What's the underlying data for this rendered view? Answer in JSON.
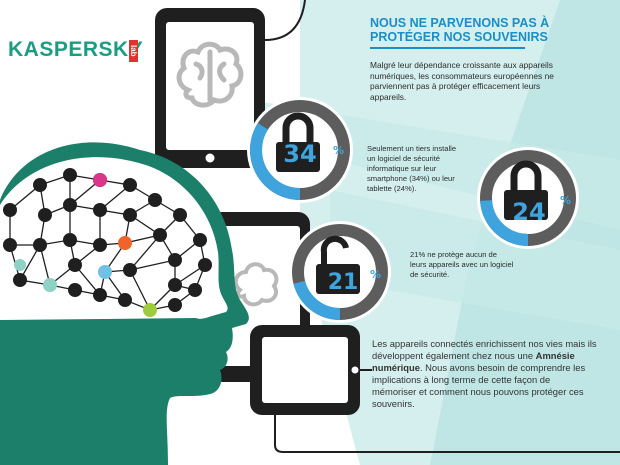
{
  "logo": {
    "brand": "KASPERSKY",
    "lab": "lab"
  },
  "heading": "NOUS NE PARVENONS PAS À PROTÉGER NOS SOUVENIRS",
  "intro_text": "Malgré leur dépendance croissante aux appareils numériques, les consommateurs européennes ne parviennent pas à protéger efficacement leurs appareils.",
  "stats": [
    {
      "value": "34",
      "sign": "%",
      "fraction": 0.34,
      "lock": "closed",
      "text": "Seulement un tiers installe un logiciel de sécurité informatique sur leur smartphone (34%) ou leur tablette (24%)."
    },
    {
      "value": "24",
      "sign": "%",
      "fraction": 0.24,
      "lock": "closed"
    },
    {
      "value": "21",
      "sign": "%",
      "fraction": 0.21,
      "lock": "open",
      "text": "21% ne protège aucun de leurs appareils avec un logiciel de sécurité."
    }
  ],
  "closing": {
    "part1": "Les appareils connectés enrichissent nos vies mais ils développent également chez nous une ",
    "highlight": "Amnésie numérique",
    "part2": ". Nous avons besoin de comprendre les implications à long terme de cette façon de mémoriser et comment nous pouvons protéger ces souvenirs."
  },
  "colors": {
    "brand": "#1c9c81",
    "teal_dark": "#1b7f6a",
    "teal_band": "#b8e3e2",
    "blue": "#3fa3dd",
    "dark": "#1f1f1f",
    "grey_ring": "#5d5d5d"
  },
  "icons": [
    "brain-icon",
    "lock-closed-icon",
    "lock-open-icon",
    "head-silhouette",
    "neural-network"
  ]
}
